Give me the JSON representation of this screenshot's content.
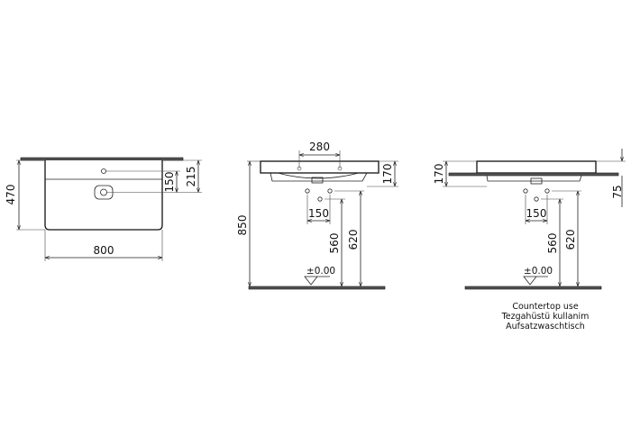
{
  "top_view": {
    "width": "800",
    "depth": "470",
    "tap_to_edge": "215",
    "tap_to_drain": "150"
  },
  "front_view": {
    "tap_holes_spacing": "280",
    "height_to_floor": "850",
    "basin_height": "170",
    "trap_spacing": "150",
    "trap_low": "560",
    "trap_high": "620",
    "floor_level": "±0.00"
  },
  "side_view": {
    "basin_height": "170",
    "above_counter": "75",
    "trap_spacing": "150",
    "trap_low": "560",
    "trap_high": "620",
    "floor_level": "±0.00"
  },
  "note": {
    "lines": [
      "Countertop use",
      "Tezgahüstü kullanim",
      "Aufsatzwaschtisch"
    ]
  }
}
